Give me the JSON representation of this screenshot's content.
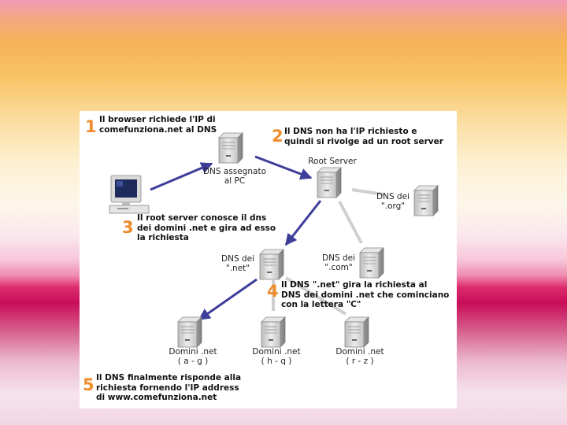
{
  "steps": [
    {
      "number": "1",
      "lines": [
        "Il browser richiede l'IP di",
        "comefunziona.net al DNS"
      ]
    },
    {
      "number": "2",
      "lines": [
        "Il DNS non ha l'IP richiesto e",
        "quindi si rivolge ad un root server"
      ]
    },
    {
      "number": "3",
      "lines": [
        "Il root server conosce il dns",
        "dei domini .net e gira ad esso",
        "la richiesta"
      ]
    },
    {
      "number": "4",
      "lines": [
        "Il DNS \".net\" gira la richiesta al",
        "DNS dei domini .net che cominciano",
        "con la lettera \"C\""
      ]
    },
    {
      "number": "5",
      "lines": [
        "Il DNS finalmente risponde alla",
        "richiesta fornendo l'IP address",
        "di www.comefunziona.net"
      ]
    }
  ],
  "nodes": {
    "dns_pc": [
      "DNS assegnato",
      "al PC"
    ],
    "root": [
      "Root Server"
    ],
    "dns_org": [
      "DNS dei",
      "\".org\""
    ],
    "dns_net": [
      "DNS dei",
      "\".net\""
    ],
    "dns_com": [
      "DNS dei",
      "\".com\""
    ],
    "domini_ag": [
      "Domini .net",
      "( a - g )"
    ],
    "domini_hq": [
      "Domini .net",
      "( h - q )"
    ],
    "domini_rz": [
      "Domini .net",
      "( r - z )"
    ]
  },
  "colors": {
    "arrow": "#3d3d9a",
    "link": "#d0d0d0",
    "step_number": "#ef8c2b"
  }
}
